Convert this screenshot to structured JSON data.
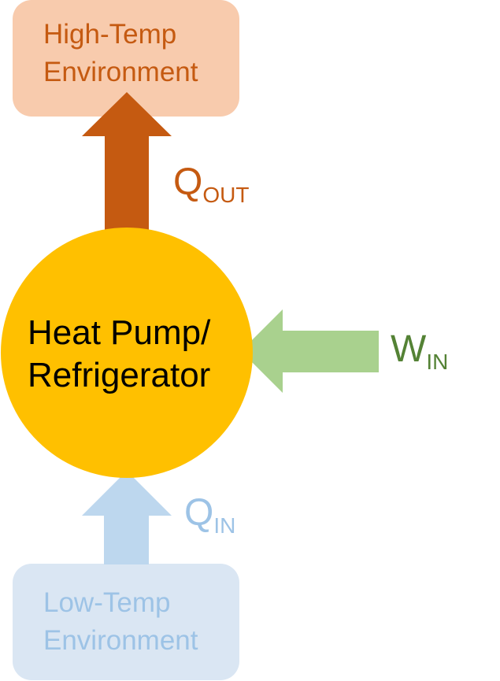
{
  "high_temp_env": {
    "line1": "High-Temp",
    "line2": "Environment"
  },
  "low_temp_env": {
    "line1": "Low-Temp",
    "line2": "Environment"
  },
  "device": {
    "line1": "Heat Pump/",
    "line2": "Refrigerator"
  },
  "labels": {
    "q_out": {
      "main": "Q",
      "sub": "OUT"
    },
    "w_in": {
      "main": "W",
      "sub": "IN"
    },
    "q_in": {
      "main": "Q",
      "sub": "IN"
    }
  },
  "colors": {
    "high_box": "#f8cbad",
    "high_text": "#c55a11",
    "q_out_arrow": "#c55a11",
    "low_box": "#dae6f3",
    "low_text": "#9dc3e6",
    "q_in_arrow": "#bdd7ee",
    "device_fill": "#ffc000",
    "w_in_arrow": "#a9d18e",
    "w_in_text": "#548235"
  }
}
